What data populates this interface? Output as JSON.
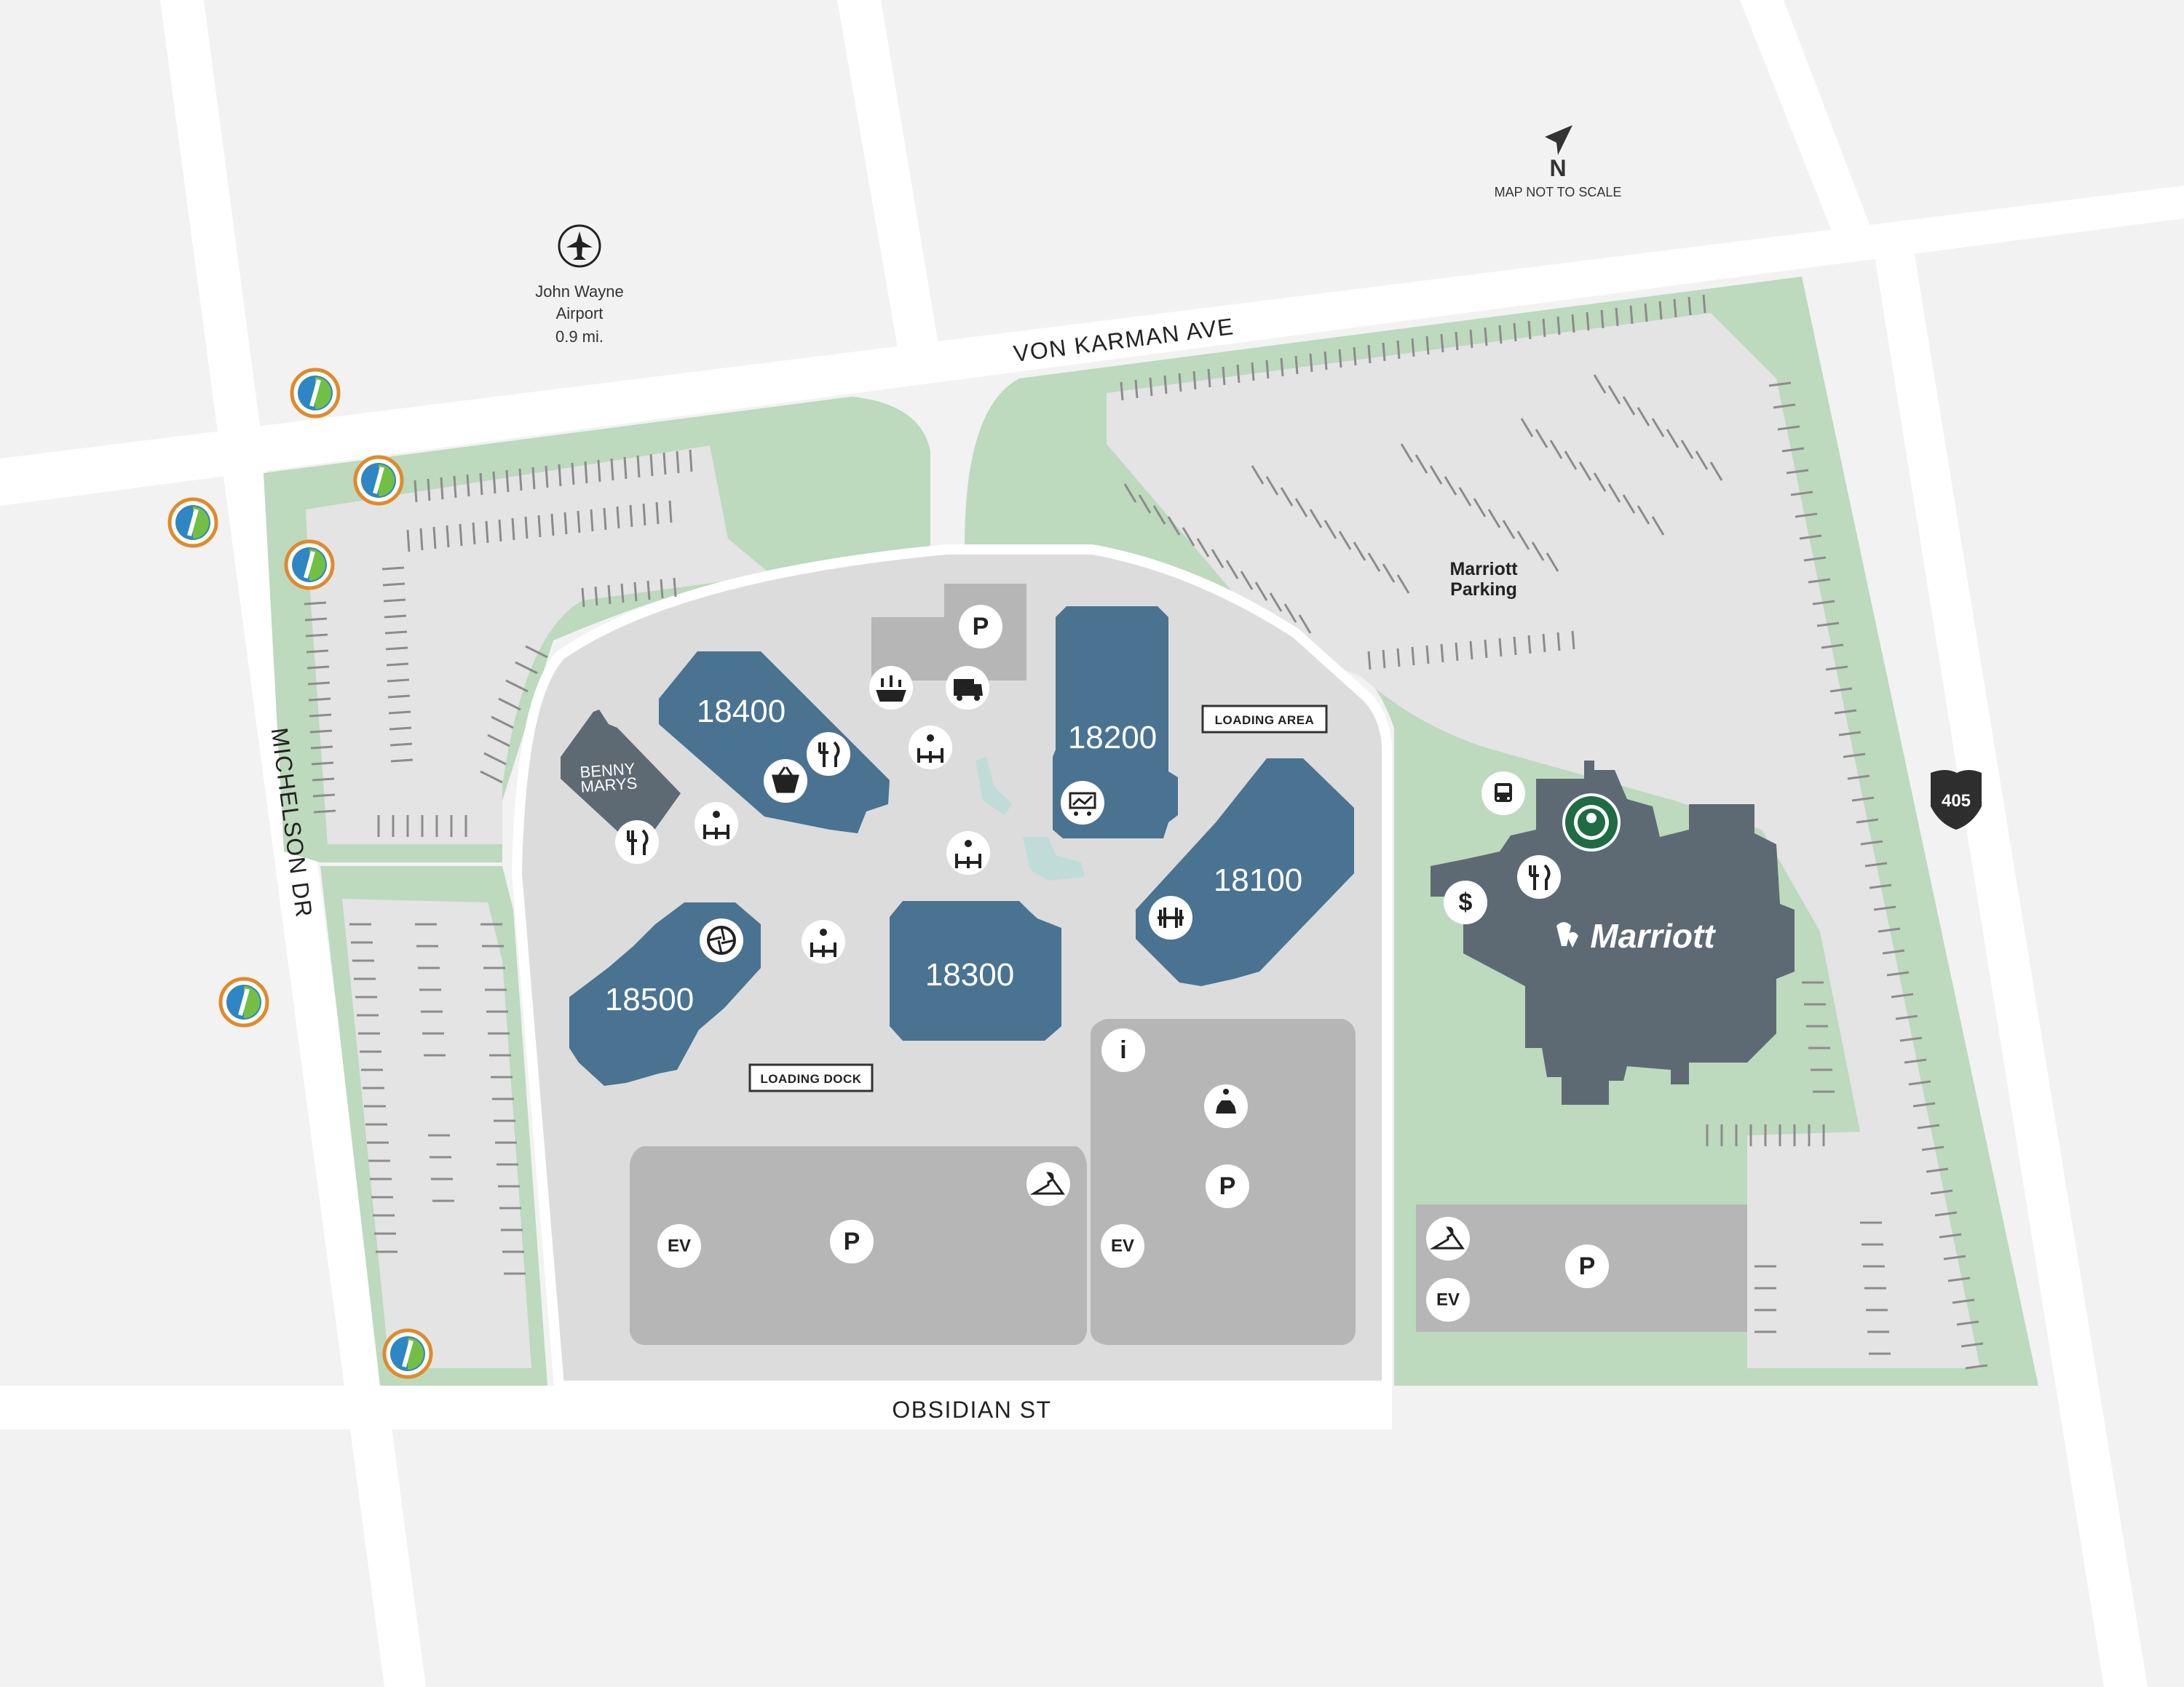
{
  "streets": {
    "north": "VON KARMAN AVE",
    "west": "MICHELSON DR",
    "south": "OBSIDIAN ST"
  },
  "airport": {
    "name_line1": "John Wayne",
    "name_line2": "Airport",
    "distance": "0.9 mi.",
    "icon": "airplane-icon"
  },
  "compass": {
    "letter": "N",
    "note": "MAP NOT TO SCALE"
  },
  "highway": {
    "number": "405",
    "icon": "interstate-shield-icon"
  },
  "buildings": {
    "b18400": "18400",
    "b18200": "18200",
    "b18100": "18100",
    "b18300": "18300",
    "b18500": "18500"
  },
  "restaurant": {
    "line1": "BENNY",
    "line2": "MARYS"
  },
  "hotel": {
    "brand": "Marriott",
    "parking_line1": "Marriott",
    "parking_line2": "Parking"
  },
  "labels": {
    "loading_area": "LOADING AREA",
    "loading_dock": "LOADING DOCK"
  },
  "pins": {
    "parking": "P",
    "ev": "EV",
    "info": "i",
    "currency": "$"
  },
  "colors": {
    "background": "#f2f2f2",
    "road": "#ffffff",
    "green": "#bdd9be",
    "campus": "#dcdcdc",
    "lot": "#e4e4e4",
    "structure": "#b6b6b6",
    "building": "#4a7391",
    "hotel": "#5e6a73"
  }
}
